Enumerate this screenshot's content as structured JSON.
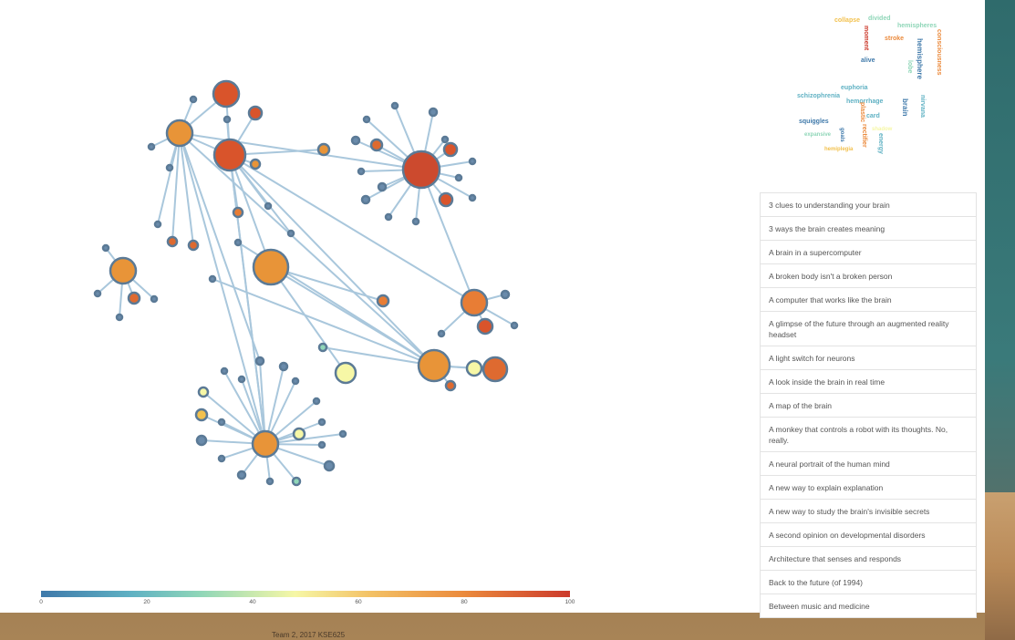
{
  "word_cloud": [
    {
      "text": "collapse",
      "color": "#f2c14e",
      "size": 7
    },
    {
      "text": "divided",
      "color": "#8fd6b8",
      "size": 7
    },
    {
      "text": "hemispheres",
      "color": "#8fd6b8",
      "size": 7
    },
    {
      "text": "moment",
      "color": "#cc3a2c",
      "size": 7,
      "vertical": true
    },
    {
      "text": "stroke",
      "color": "#eb8a3c",
      "size": 7
    },
    {
      "text": "consciousness",
      "color": "#eb8a3c",
      "size": 7,
      "vertical": true
    },
    {
      "text": "hemisphere",
      "color": "#3f79aa",
      "size": 8,
      "vertical": true
    },
    {
      "text": "alive",
      "color": "#3f79aa",
      "size": 7
    },
    {
      "text": "lobe",
      "color": "#8fd6b8",
      "size": 7,
      "vertical": true
    },
    {
      "text": "euphoria",
      "color": "#5fb1c3",
      "size": 7
    },
    {
      "text": "schizophrenia",
      "color": "#5fb1c3",
      "size": 7
    },
    {
      "text": "hemorrhage",
      "color": "#5fb1c3",
      "size": 7
    },
    {
      "text": "brain",
      "color": "#3f79aa",
      "size": 8,
      "vertical": true
    },
    {
      "text": "nirvana",
      "color": "#5fb1c3",
      "size": 7,
      "vertical": true
    },
    {
      "text": "card",
      "color": "#5fb1c3",
      "size": 7
    },
    {
      "text": "plastic",
      "color": "#eb8a3c",
      "size": 7,
      "vertical": true
    },
    {
      "text": "squiggles",
      "color": "#3f79aa",
      "size": 7
    },
    {
      "text": "expansive",
      "color": "#8fd6b8",
      "size": 6
    },
    {
      "text": "goals",
      "color": "#3f79aa",
      "size": 6,
      "vertical": true
    },
    {
      "text": "rectifier",
      "color": "#eb8a3c",
      "size": 7,
      "vertical": true
    },
    {
      "text": "energy",
      "color": "#5fb1c3",
      "size": 7,
      "vertical": true
    },
    {
      "text": "shadow",
      "color": "#f6f7a6",
      "size": 6
    },
    {
      "text": "hemiplegia",
      "color": "#f2c14e",
      "size": 6
    }
  ],
  "talks": [
    "3 clues to understanding your brain",
    "3 ways the brain creates meaning",
    "A brain in a supercomputer",
    "A broken body isn't a broken person",
    "A computer that works like the brain",
    "A glimpse of the future through an augmented reality headset",
    "A light switch for neurons",
    "A look inside the brain in real time",
    "A map of the brain",
    "A monkey that controls a robot with its thoughts. No, really.",
    "A neural portrait of the human mind",
    "A new way to explain explanation",
    "A new way to study the brain's invisible secrets",
    "A second opinion on developmental disorders",
    "Architecture that senses and responds",
    "Back to the future (of 1994)",
    "Between music and medicine"
  ],
  "legend": {
    "ticks": [
      "0",
      "20",
      "40",
      "60",
      "80",
      "100"
    ],
    "colors": [
      "#3f79aa",
      "#5fb1c3",
      "#8fd6b8",
      "#f6f7a6",
      "#f3c266",
      "#eb8a3c",
      "#cc3a2c"
    ]
  },
  "footer": "Team 2, 2017 KSE625",
  "graph": {
    "nodes": [
      {
        "id": "n1",
        "size": "large",
        "color": "#cc4a2e"
      },
      {
        "id": "n2",
        "size": "medium",
        "color": "#e89438"
      },
      {
        "id": "n3",
        "size": "medium",
        "color": "#d9542b"
      },
      {
        "id": "n4",
        "size": "medium",
        "color": "#e89438"
      },
      {
        "id": "n5",
        "size": "medium",
        "color": "#e89438"
      },
      {
        "id": "n6",
        "size": "medium",
        "color": "#e87d35"
      },
      {
        "id": "n7",
        "size": "medium",
        "color": "#e89438"
      },
      {
        "id": "n8",
        "size": "medium",
        "color": "#de6a30"
      },
      {
        "id": "n9",
        "size": "small",
        "color": "#f6f7a6"
      },
      {
        "id": "n10",
        "size": "medium",
        "color": "#d9542b"
      }
    ]
  }
}
